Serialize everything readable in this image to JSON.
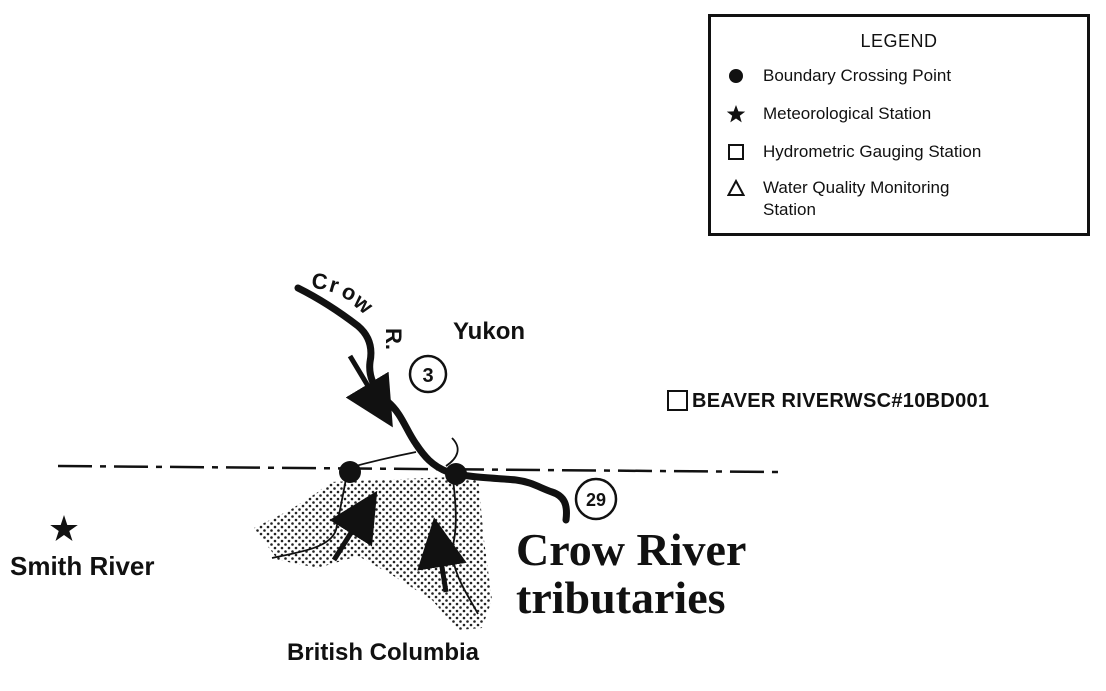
{
  "legend": {
    "title": "LEGEND",
    "items": [
      {
        "symbol": "filled-circle",
        "label": "Boundary Crossing Point"
      },
      {
        "symbol": "star",
        "label": "Meteorological Station"
      },
      {
        "symbol": "square",
        "label": "Hydrometric Gauging Station"
      },
      {
        "symbol": "triangle",
        "label": "Water Quality Monitoring Station"
      }
    ]
  },
  "map": {
    "river_name": "Crow R.",
    "river_label_chars": [
      "C",
      "r",
      "o",
      "w",
      "R."
    ],
    "region_north": "Yukon",
    "region_south": "British Columbia",
    "gauging_station": "BEAVER RIVERWSC#10BD001",
    "met_station": "Smith River",
    "tributaries_title_line1": "Crow River",
    "tributaries_title_line2": "tributaries",
    "route_markers": [
      "3",
      "29"
    ]
  }
}
